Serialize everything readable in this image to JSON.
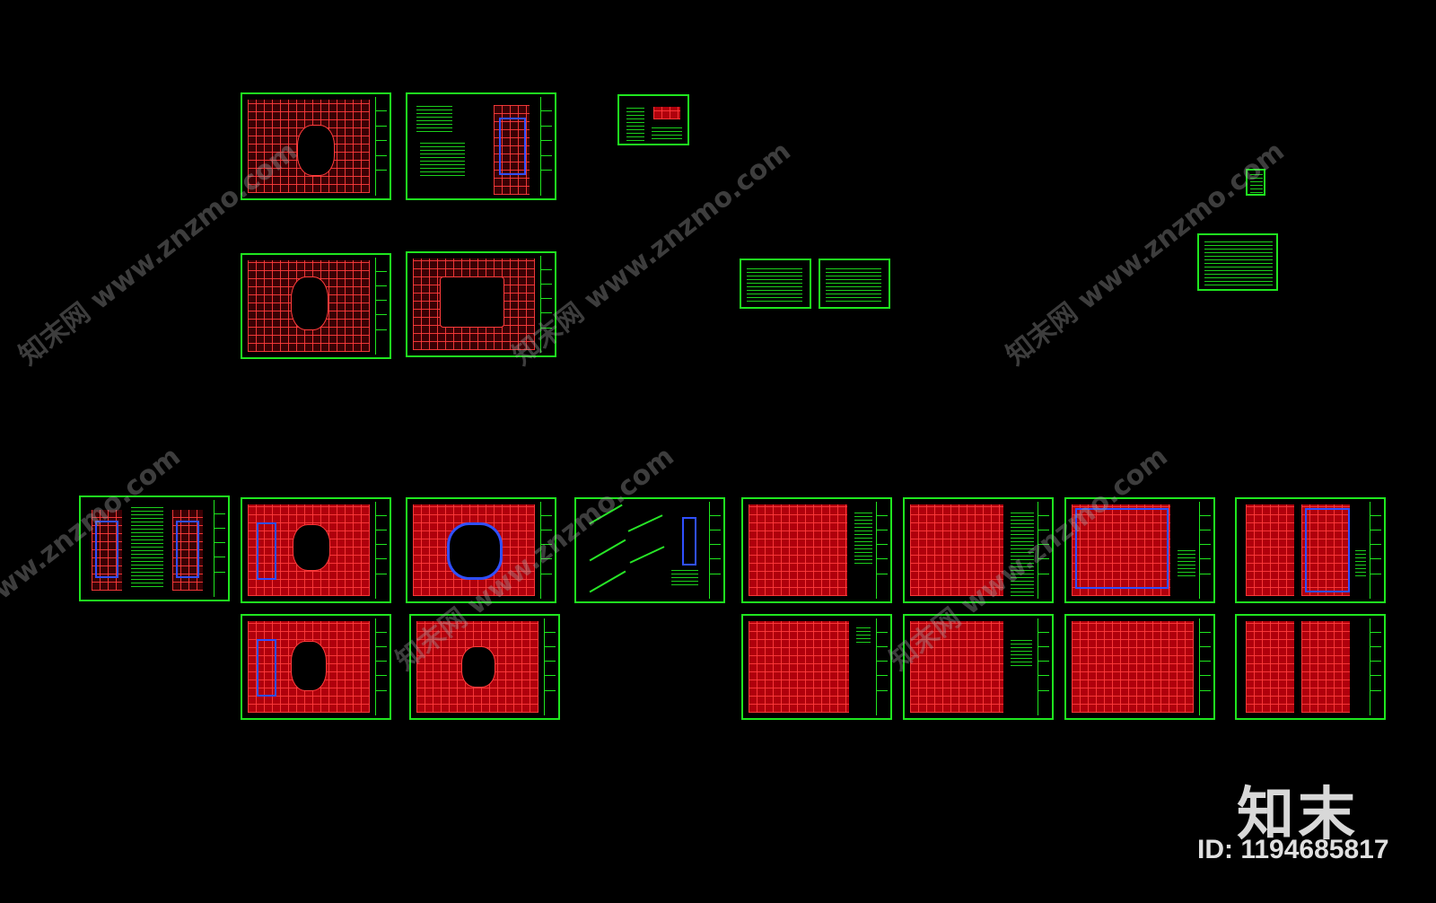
{
  "watermark": {
    "text": "知末网 www.znzmo.com"
  },
  "logo": {
    "text": "知末"
  },
  "image_id": {
    "text": "ID: 1194685817"
  },
  "colors": {
    "background": "#000000",
    "frame": "#1fe61f",
    "grid_fill": "#b0000c",
    "grid_line": "#ff3c3c",
    "accent_blue": "#3050ff"
  }
}
